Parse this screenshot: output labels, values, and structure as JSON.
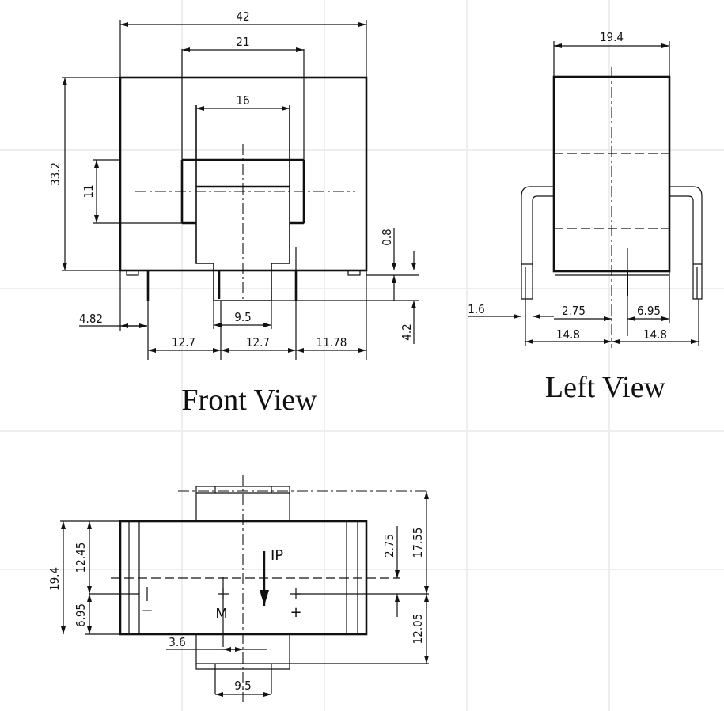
{
  "front_view": {
    "title": "Front View",
    "dims": {
      "width": "42",
      "window_outer": "21",
      "window_inner": "16",
      "height": "33.2",
      "window_height": "11",
      "pin_offset": "4.82",
      "pitch_1": "12.7",
      "pitch_2": "12.7",
      "right_offset": "11.78",
      "slot": "9.5",
      "standoff": "0.8",
      "pin_length": "4.2"
    }
  },
  "left_view": {
    "title": "Left View",
    "dims": {
      "width": "19.4",
      "pin_dia": "1.6",
      "offset_a": "2.75",
      "offset_b": "6.95",
      "span_left": "14.8",
      "span_right": "14.8"
    }
  },
  "bottom_view": {
    "dims": {
      "depth": "19.4",
      "upper": "12.45",
      "lower": "6.95",
      "tab_span_top": "17.55",
      "tab_span_bottom": "12.05",
      "offset": "2.75",
      "m_offset": "3.6",
      "tab_width": "9.5"
    },
    "labels": {
      "current": "IP",
      "minus": "−",
      "plus": "+",
      "measure": "M"
    }
  }
}
